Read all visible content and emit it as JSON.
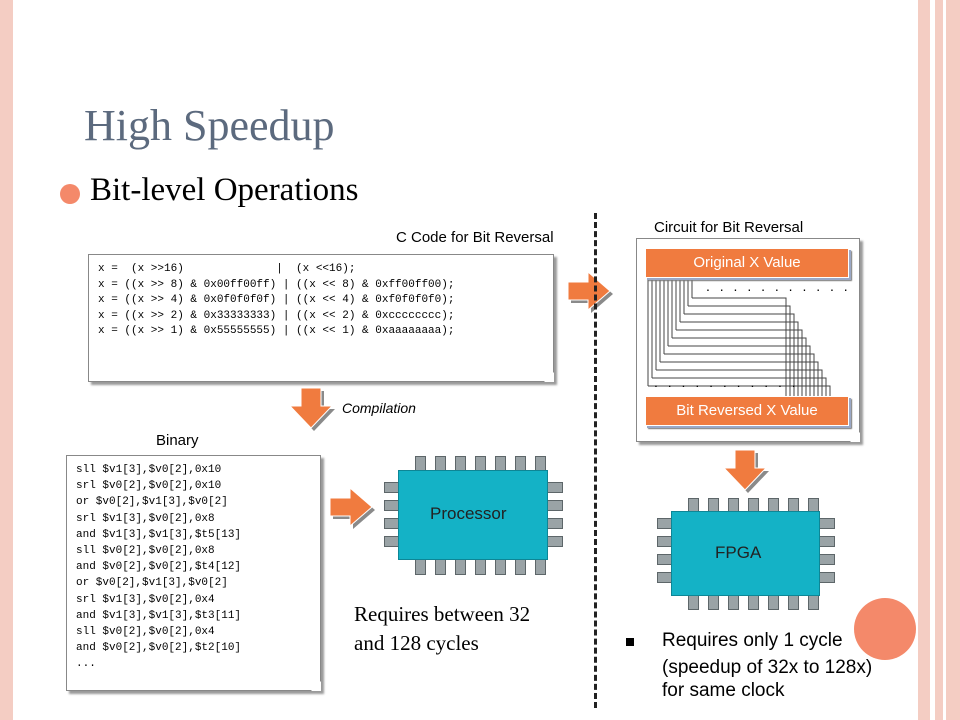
{
  "slide": {
    "title": "High Speedup",
    "bullet": "Bit-level Operations"
  },
  "labels": {
    "c_code": "C Code for Bit Reversal",
    "circuit": "Circuit for Bit Reversal",
    "compilation": "Compilation",
    "binary": "Binary"
  },
  "c_code_lines": [
    "x =  (x >>16)              |  (x <<16);",
    "x = ((x >> 8) & 0x00ff00ff) | ((x << 8) & 0xff00ff00);",
    "x = ((x >> 4) & 0x0f0f0f0f) | ((x << 4) & 0xf0f0f0f0);",
    "x = ((x >> 2) & 0x33333333) | ((x << 2) & 0xcccccccc);",
    "x = ((x >> 1) & 0x55555555) | ((x << 1) & 0xaaaaaaaa);"
  ],
  "binary_lines": [
    "sll $v1[3],$v0[2],0x10",
    "srl $v0[2],$v0[2],0x10",
    "or $v0[2],$v1[3],$v0[2]",
    "srl $v1[3],$v0[2],0x8",
    "and $v1[3],$v1[3],$t5[13]",
    "sll $v0[2],$v0[2],0x8",
    "and $v0[2],$v0[2],$t4[12]",
    "or $v0[2],$v1[3],$v0[2]",
    "srl $v1[3],$v0[2],0x4",
    "and $v1[3],$v1[3],$t3[11]",
    "sll $v0[2],$v0[2],0x4",
    "and $v0[2],$v0[2],$t2[10]",
    "..."
  ],
  "circuit": {
    "top_label": "Original X Value",
    "bottom_label": "Bit Reversed X Value",
    "dots": ". . . . . . . . . . ."
  },
  "chips": {
    "processor": "Processor",
    "fpga": "FPGA"
  },
  "requirements": {
    "processor_line1": "Requires between 32",
    "processor_line2": "and 128 cycles",
    "fpga_line1": "Requires only 1 cycle",
    "fpga_line2": "(speedup of 32x to 128x)",
    "fpga_line3": "for same clock"
  },
  "colors": {
    "title": "#5c6a7e",
    "accent": "#f4896a",
    "border": "#f4cdc3",
    "bar": "#f07b3f",
    "chip": "#14b2c6",
    "arrow": "#f07b3f"
  }
}
